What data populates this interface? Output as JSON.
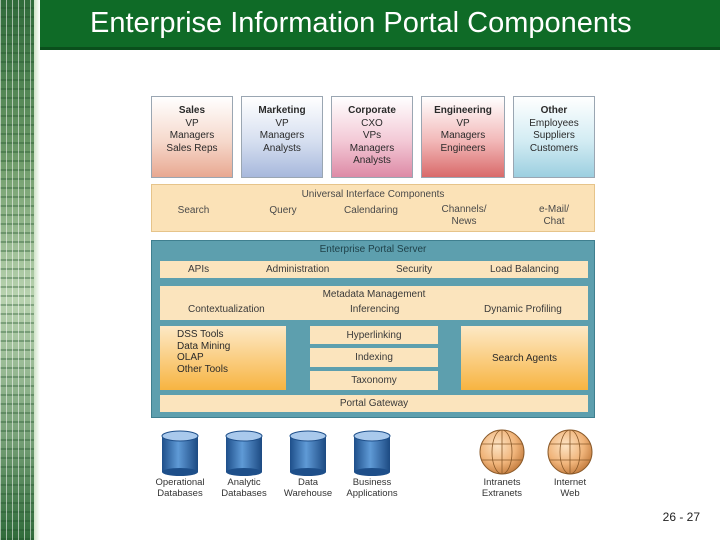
{
  "slide": {
    "title": "Enterprise Information Portal Components",
    "page_number": "26 - 27"
  },
  "diagram": {
    "user_groups": [
      {
        "title": "Sales",
        "lines": [
          "VP",
          "Managers",
          "Sales Reps"
        ]
      },
      {
        "title": "Marketing",
        "lines": [
          "VP",
          "Managers",
          "Analysts"
        ]
      },
      {
        "title": "Corporate",
        "lines": [
          "CXO",
          "VPs",
          "Managers",
          "Analysts"
        ]
      },
      {
        "title": "Engineering",
        "lines": [
          "VP",
          "Managers",
          "Engineers"
        ]
      },
      {
        "title": "Other",
        "lines": [
          "Employees",
          "Suppliers",
          "Customers"
        ]
      }
    ],
    "universal_interface": {
      "title": "Universal Interface Components",
      "items": [
        "Search",
        "Query",
        "Calendaring",
        "Channels/",
        "News",
        "e-Mail/",
        "Chat"
      ]
    },
    "portal_server": {
      "title": "Enterprise Portal Server",
      "row1": [
        "APIs",
        "Administration",
        "Security",
        "Load Balancing"
      ],
      "metadata_title": "Metadata Management",
      "row2": [
        "Contextualization",
        "Inferencing",
        "Dynamic Profiling"
      ],
      "tools": [
        "DSS Tools",
        "Data Mining",
        "OLAP",
        "Other Tools"
      ],
      "center_stack": [
        "Hyperlinking",
        "Indexing",
        "Taxonomy"
      ],
      "agents": "Search Agents",
      "gateway": "Portal Gateway"
    },
    "sources": [
      {
        "line1": "Operational",
        "line2": "Databases",
        "kind": "database"
      },
      {
        "line1": "Analytic",
        "line2": "Databases",
        "kind": "database"
      },
      {
        "line1": "Data",
        "line2": "Warehouse",
        "kind": "database"
      },
      {
        "line1": "Business",
        "line2": "Applications",
        "kind": "database"
      },
      {
        "line1": "Intranets",
        "line2": "Extranets",
        "kind": "globe"
      },
      {
        "line1": "Internet",
        "line2": "Web",
        "kind": "globe"
      }
    ]
  }
}
